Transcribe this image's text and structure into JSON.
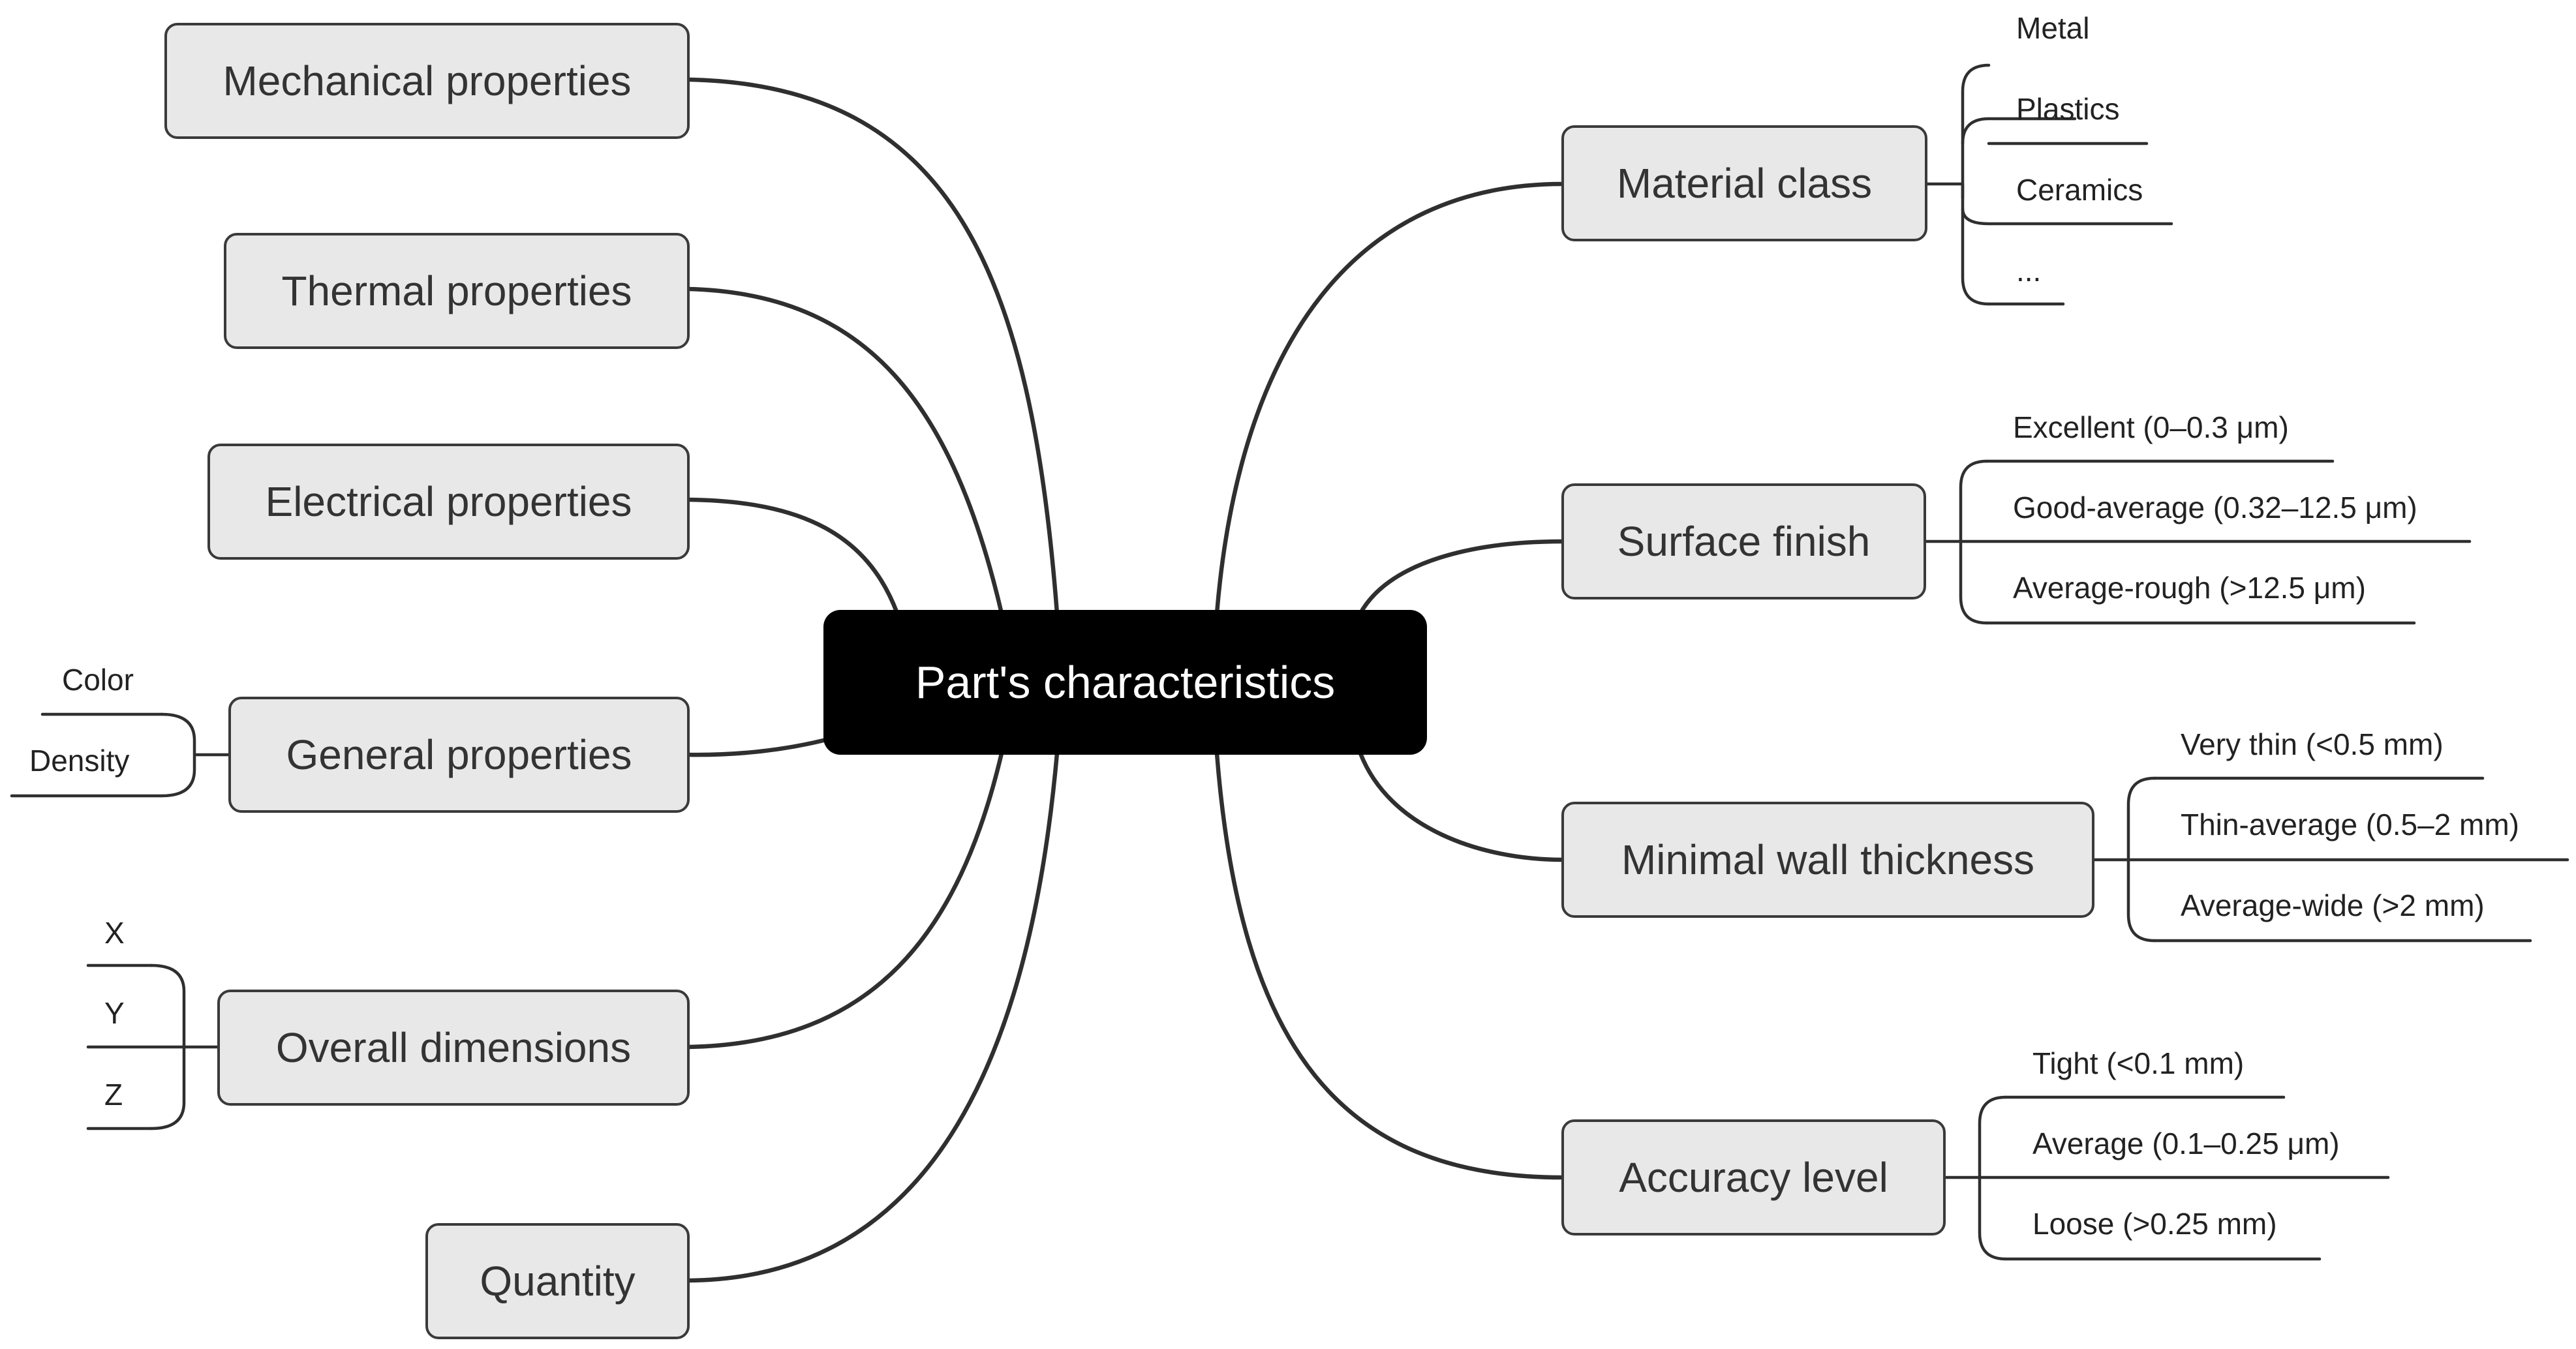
{
  "center": {
    "label": "Part's characteristics"
  },
  "left_branches": {
    "mechanical": {
      "label": "Mechanical properties"
    },
    "thermal": {
      "label": "Thermal properties"
    },
    "electrical": {
      "label": "Electrical properties"
    },
    "general": {
      "label": "General properties",
      "items": [
        "Color",
        "Density"
      ]
    },
    "dimensions": {
      "label": "Overall dimensions",
      "items": [
        "X",
        "Y",
        "Z"
      ]
    },
    "quantity": {
      "label": "Quantity"
    }
  },
  "right_branches": {
    "material": {
      "label": "Material class",
      "items": [
        "Metal",
        "Plastics",
        "Ceramics",
        "..."
      ]
    },
    "surface": {
      "label": "Surface finish",
      "items": [
        "Excellent (0–0.3 μm)",
        "Good-average (0.32–12.5 μm)",
        "Average-rough (>12.5 μm)"
      ]
    },
    "wall": {
      "label": "Minimal wall thickness",
      "items": [
        "Very thin (<0.5 mm)",
        "Thin-average (0.5–2 mm)",
        "Average-wide (>2 mm)"
      ]
    },
    "accuracy": {
      "label": "Accuracy level",
      "items": [
        "Tight (<0.1 mm)",
        "Average (0.1–0.25 μm)",
        "Loose (>0.25 mm)"
      ]
    }
  },
  "colors": {
    "line": "#2f2f2f",
    "node_fill": "#e8e8e8",
    "root_fill": "#000000"
  }
}
